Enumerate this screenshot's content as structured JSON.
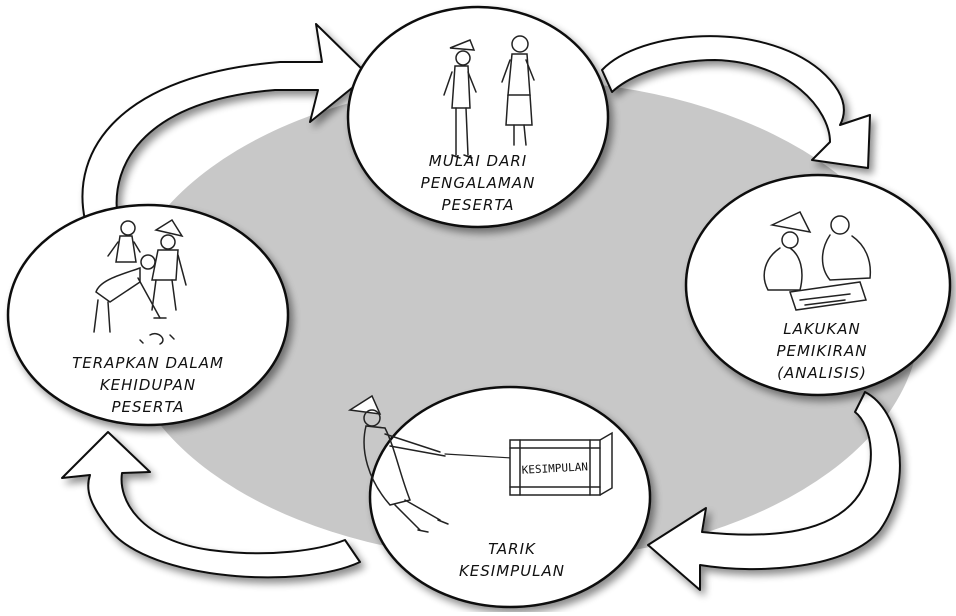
{
  "diagram": {
    "steps": [
      {
        "id": "mulai",
        "lines": [
          "MULAI DARI",
          "PENGALAMAN",
          "PESERTA"
        ]
      },
      {
        "id": "lakukan",
        "lines": [
          "LAKUKAN",
          "PEMIKIRAN",
          "(ANALISIS)"
        ]
      },
      {
        "id": "tarik",
        "lines": [
          "TARIK",
          "KESIMPULAN"
        ],
        "sign_text": "KESIMPULAN"
      },
      {
        "id": "terapkan",
        "lines": [
          "TERAPKAN DALAM",
          "KEHIDUPAN",
          "PESERTA"
        ]
      }
    ],
    "colors": {
      "ellipse": "#c8c8c8",
      "stroke": "#111111",
      "circle_fill": "#ffffff"
    },
    "icons": [
      "farmers-talking-illustration",
      "farmers-thinking-illustration",
      "farmer-pulling-box-illustration",
      "farmers-working-field-illustration"
    ]
  }
}
